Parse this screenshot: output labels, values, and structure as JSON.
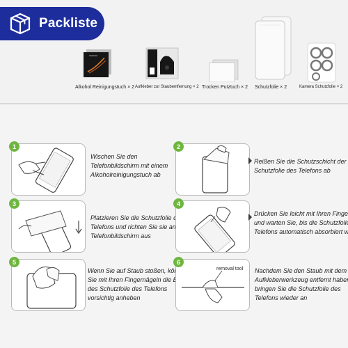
{
  "header": {
    "title": "Packliste",
    "icon": "box-icon",
    "color": "#1d2d9c"
  },
  "items": [
    {
      "label": "Alkohol Reinigungstuch × 2"
    },
    {
      "label": "Aufkleber zur Staubentfernung × 2"
    },
    {
      "label": "Trocken Putztuch × 2"
    },
    {
      "label": "Schutzfolie × 2"
    },
    {
      "label": "Kamera Schutzfolie × 2"
    }
  ],
  "steps": [
    {
      "number": "1",
      "lines": [
        "Wischen Sie den",
        "Telefonbildschirm mit einem",
        "Alkoholreinigungstuch ab"
      ]
    },
    {
      "number": "2",
      "lines": [
        "Reißen Sie die Schutzschicht der",
        "Schutzfolie des Telefons ab"
      ]
    },
    {
      "number": "3",
      "lines": [
        "Platzieren Sie die Schutzfolie des",
        "Telefons und richten Sie sie am",
        "Telefonbildschirm aus"
      ]
    },
    {
      "number": "4",
      "lines": [
        "Drücken Sie leicht mit Ihren Fingern",
        "und warten Sie, bis die Schutzfolie des",
        "Telefons automatisch absorbiert wird"
      ]
    },
    {
      "number": "5",
      "lines": [
        "Wenn Sie auf Staub stoßen, können",
        "Sie mit Ihren Fingernägeln die Ecke",
        "des Schutzfolie des Telefons",
        "vorsichtig anheben"
      ]
    },
    {
      "number": "6",
      "lines": [
        "Nachdem Sie den Staub mit dem",
        "Aufkleberwerkzeug entfernt haben,",
        "bringen Sie die Schutzfolie des",
        "Telefons wieder an"
      ]
    }
  ],
  "removal_tool_label": "removal tool",
  "colors": {
    "step_number": "#6fb640",
    "arrow": "#3a3a3a"
  }
}
